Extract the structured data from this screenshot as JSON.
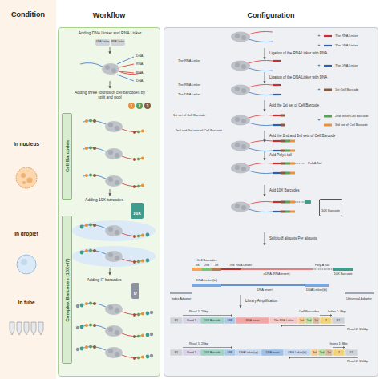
{
  "diagram": {
    "nodes": [
      {
        "text": [
          "Condition"
        ]
      },
      {
        "text": [
          "Workflow"
        ]
      },
      {
        "text": [
          "Configuration"
        ]
      },
      {
        "text": [
          "Cell Barcodes"
        ],
        "in": 1
      },
      {
        "text": [
          "Complex Barcodes (10X+I7)"
        ],
        "in": 1
      },
      {
        "text": [
          "1"
        ],
        "in": 1
      },
      {
        "text": [
          "2"
        ],
        "in": 1
      },
      {
        "text": [
          "3"
        ],
        "in": 1
      },
      {
        "text": [
          "10X"
        ],
        "in": 1
      },
      {
        "text": [
          "I7"
        ],
        "in": 1
      },
      {
        "text": [
          "10X Barcode"
        ],
        "in": 2
      }
    ],
    "labels": [
      "In nucleus",
      "In droplet",
      "In tube",
      "Adding DNA Linker and RNA Linker",
      "DNA Linker",
      "RNA Linker",
      "DNA",
      "RNA",
      "RNA",
      "DNA",
      "Adding three rounds of cell barcodes by split and pool",
      "Adding 10X barcodes",
      "Adding I7 barcodes",
      "+",
      "The RNA Linker",
      "+",
      "The DNA Linker",
      "Ligation of the RNA Linker with RNA",
      "The RNA Linker",
      "+",
      "The DNA Linker",
      "Ligation of the DNA Linker with DNA",
      "The RNA Linker",
      "The DNA Linker",
      "+",
      "1st Cell Barcode",
      "Add the 1st set of Cell Barcode",
      "1st set of Cell Barcode",
      "+",
      "2nd set of Cell Barcode",
      "3rd set of Cell Barcode",
      "2nd and 3rd sets of Cell Barcode",
      "Add the 2nd and 3rd sets of Cell Barcode",
      "Add PolyA tail",
      "PolyA Tail",
      "Add 10X Barcodes",
      "Split to 8 aliquots Per aliquots",
      "Cell Barcodes",
      "3rd",
      "2nd",
      "1st",
      "The RNA Linker",
      "Poly A Tail",
      "cDNA (RNA insert)",
      "10X Barcode",
      "DNA Linker(bt)",
      "DNA insert",
      "DNA Linker(bt)",
      "Index Adaptor",
      "Library Amplification",
      "Universal Adaptor",
      "Read 1: 28bp",
      "Cell Barcodes",
      "Index 1: 8bp",
      "P5",
      "Read 1",
      "10X Barcode",
      "UMI",
      "RNA insert",
      "The RNA Linker",
      "3rd",
      "2nd",
      "1st",
      "I7",
      "P7",
      "Read 2: 150bp",
      "Read 1: 28bp",
      "Index 1: 8bp",
      "P5",
      "Read 1",
      "10X Barcode",
      "UMI",
      "DNA Linker(up)",
      "DNA insert",
      "DNA Linker(bt)",
      "3rd",
      "2nd",
      "1st",
      "I7",
      "P7",
      "Read 2: 150bp"
    ]
  }
}
